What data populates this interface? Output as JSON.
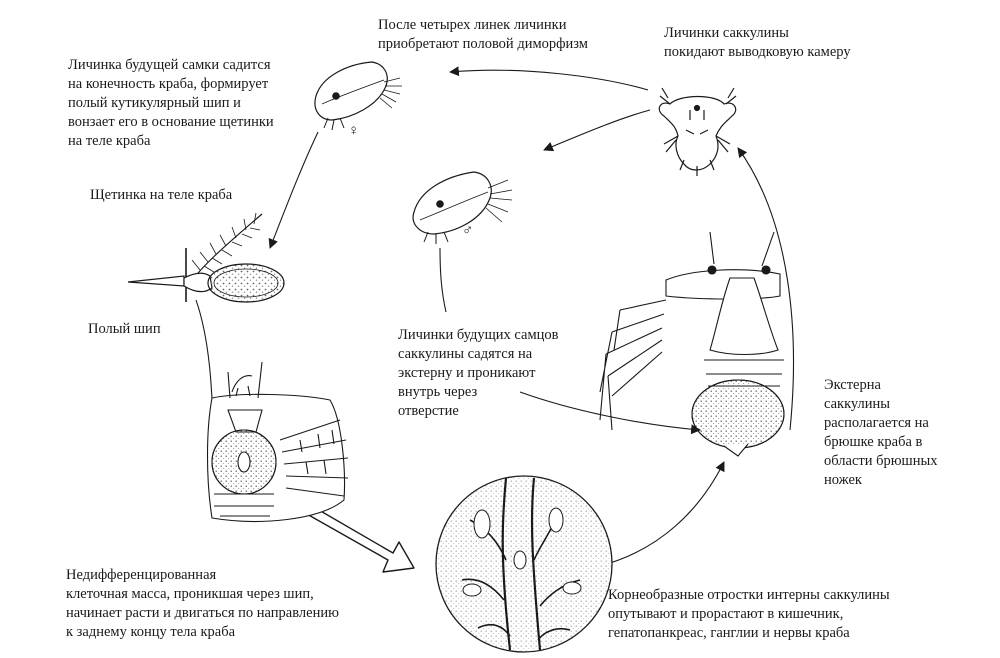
{
  "labels": {
    "dimorphism": "После четырех линек личинки\nприобретают половой диморфизм",
    "leave_chamber": "Личинки саккулины\nпокидают выводковую камеру",
    "female_larva": "Личинка будущей самки садится\nна конечность краба, формирует\nполый кутикулярный шип и\nвонзает его в основание щетинки\nна теле краба",
    "bristle": "Щетинка на теле краба",
    "hollow_spine": "Полый шип",
    "male_larva": "Личинки будущих самцов\nсаккулины садятся на\nэкстерну и проникают\nвнутрь через\nотверстие",
    "externa": "Экстерна\nсаккулины\nрасполагается на\nбрюшке краба в\nобласти брюшных\nножек",
    "cell_mass": "Недифференцированная\nклеточная масса, проникшая через шип,\nначинает расти и двигаться по направлению\nк заднему концу тела краба",
    "interna": "Корнеобразные отростки интерны саккулины\nопутывают и прорастают в кишечник,\nгепатопанкреас, ганглии и нервы краба"
  },
  "symbols": {
    "female": "♀",
    "male": "♂"
  },
  "colors": {
    "ink": "#1a1a1a",
    "stipple": "#8a8a8a",
    "background": "#ffffff"
  }
}
